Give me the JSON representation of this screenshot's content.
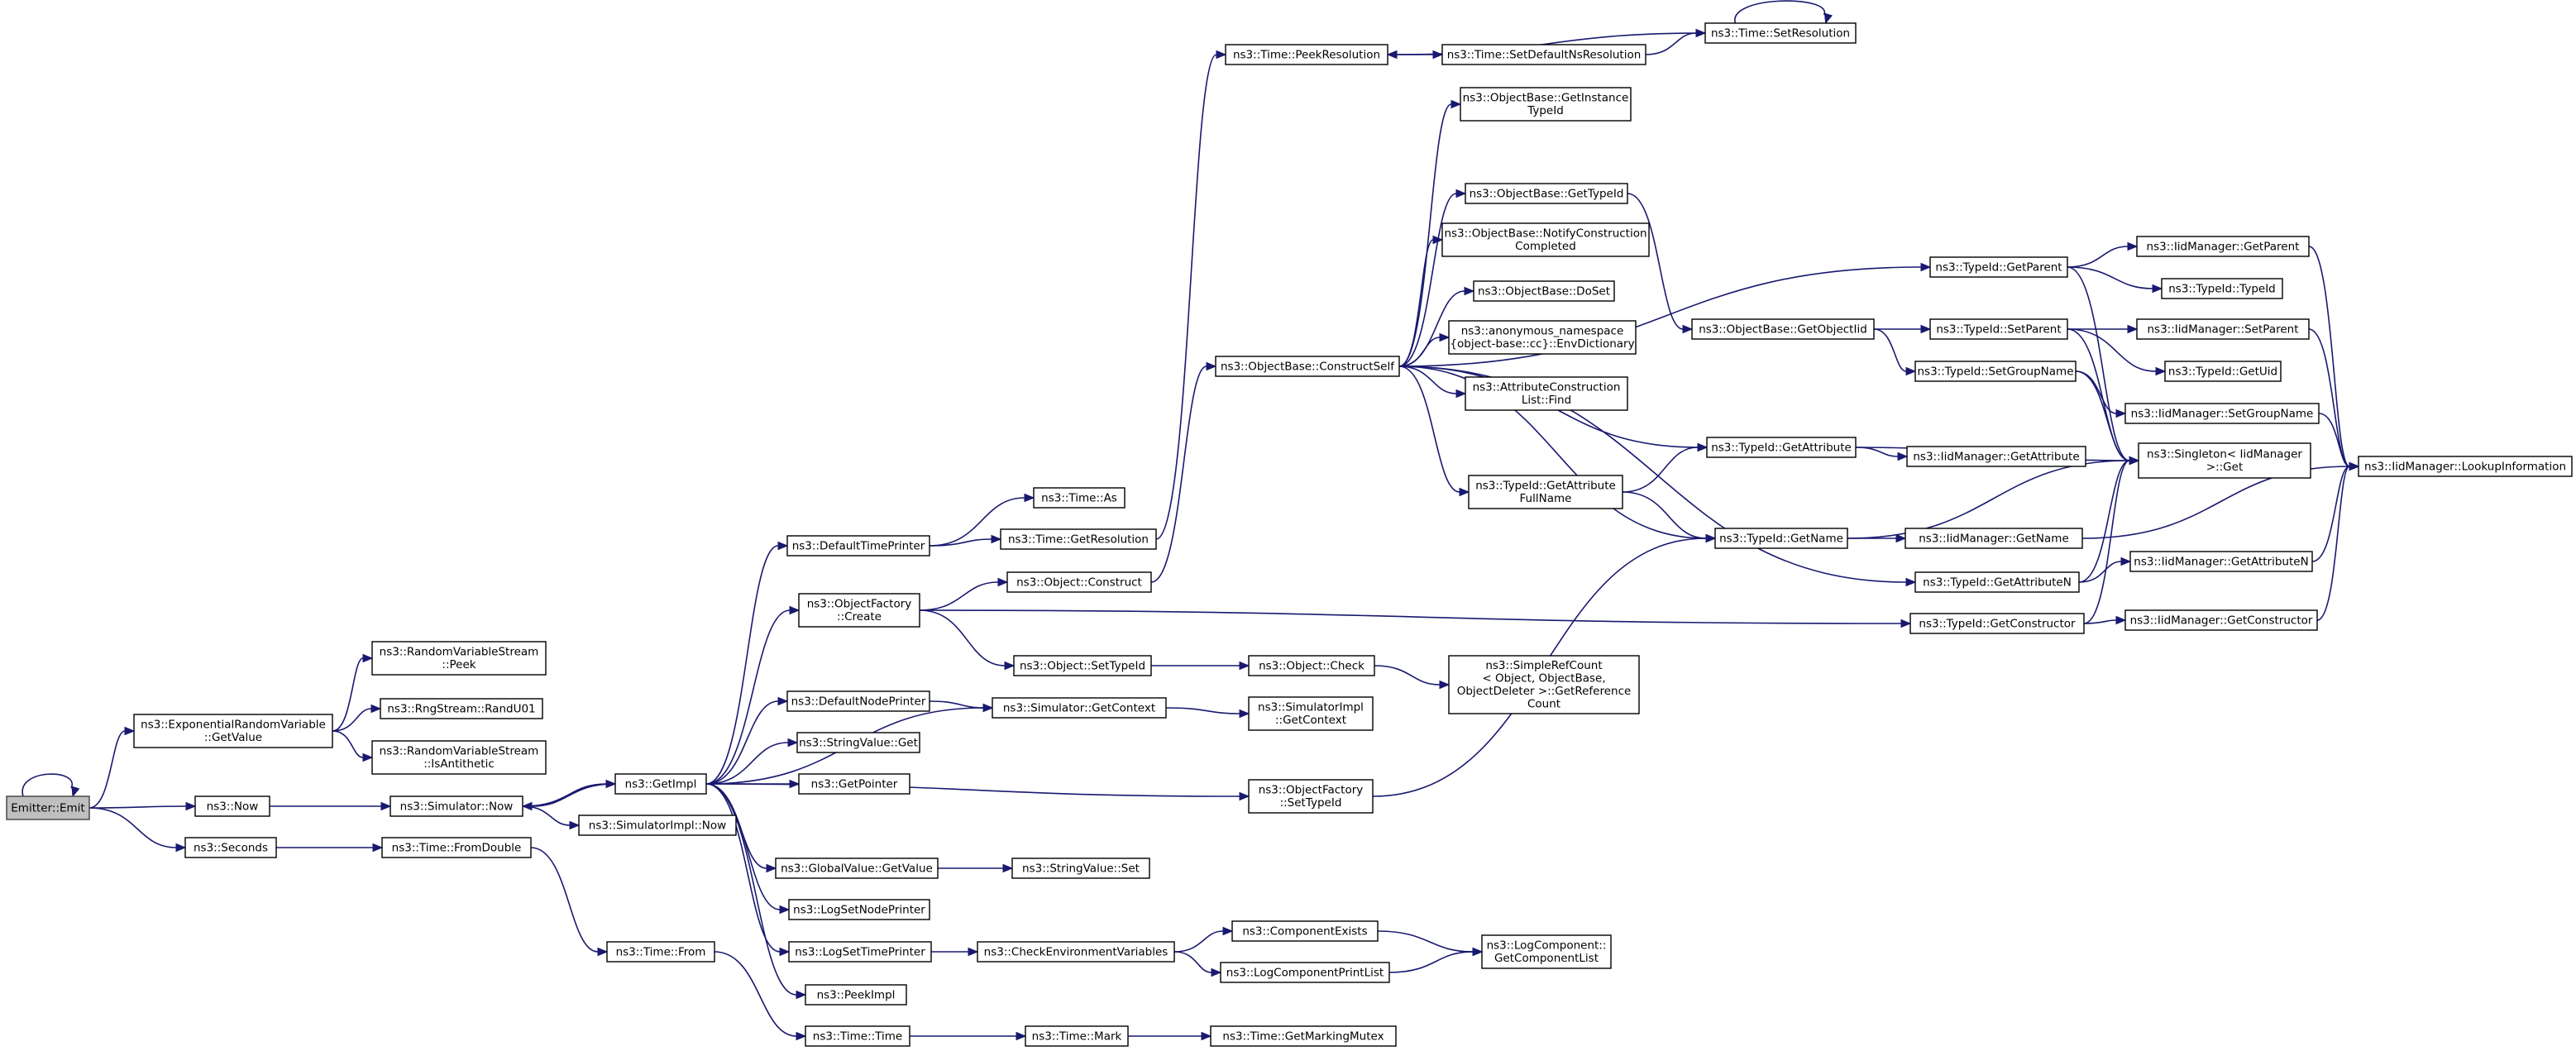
{
  "diagram": {
    "type": "call-graph",
    "colors": {
      "edge": "#191970",
      "node_border": "#000000",
      "root_fill": "#bfbfbf"
    },
    "nodes": [
      {
        "id": "emit",
        "lines": [
          "Emitter::Emit"
        ],
        "root": true
      },
      {
        "id": "expget",
        "lines": [
          "ns3::ExponentialRandomVariable",
          "::GetValue"
        ]
      },
      {
        "id": "now",
        "lines": [
          "ns3::Now"
        ]
      },
      {
        "id": "seconds",
        "lines": [
          "ns3::Seconds"
        ]
      },
      {
        "id": "rvspeek",
        "lines": [
          "ns3::RandomVariableStream",
          "::Peek"
        ]
      },
      {
        "id": "randu01",
        "lines": [
          "ns3::RngStream::RandU01"
        ]
      },
      {
        "id": "isanti",
        "lines": [
          "ns3::RandomVariableStream",
          "::IsAntithetic"
        ]
      },
      {
        "id": "simnow",
        "lines": [
          "ns3::Simulator::Now"
        ]
      },
      {
        "id": "fromdouble",
        "lines": [
          "ns3::Time::FromDouble"
        ]
      },
      {
        "id": "getimpl",
        "lines": [
          "ns3::GetImpl"
        ]
      },
      {
        "id": "simimplnow",
        "lines": [
          "ns3::SimulatorImpl::Now"
        ]
      },
      {
        "id": "timefrom",
        "lines": [
          "ns3::Time::From"
        ]
      },
      {
        "id": "timetime",
        "lines": [
          "ns3::Time::Time"
        ]
      },
      {
        "id": "deftimeprinter",
        "lines": [
          "ns3::DefaultTimePrinter"
        ]
      },
      {
        "id": "objfactcreate",
        "lines": [
          "ns3::ObjectFactory",
          "::Create"
        ]
      },
      {
        "id": "defnodeprinter",
        "lines": [
          "ns3::DefaultNodePrinter"
        ]
      },
      {
        "id": "strvalget",
        "lines": [
          "ns3::StringValue::Get"
        ]
      },
      {
        "id": "getpointer",
        "lines": [
          "ns3::GetPointer"
        ]
      },
      {
        "id": "globalvalget",
        "lines": [
          "ns3::GlobalValue::GetValue"
        ]
      },
      {
        "id": "logsetnodeprinter",
        "lines": [
          "ns3::LogSetNodePrinter"
        ]
      },
      {
        "id": "logsettimeprinter",
        "lines": [
          "ns3::LogSetTimePrinter"
        ]
      },
      {
        "id": "peekimpl",
        "lines": [
          "ns3::PeekImpl"
        ]
      },
      {
        "id": "timeas",
        "lines": [
          "ns3::Time::As"
        ]
      },
      {
        "id": "timegetres",
        "lines": [
          "ns3::Time::GetResolution"
        ]
      },
      {
        "id": "objconstruct",
        "lines": [
          "ns3::Object::Construct"
        ]
      },
      {
        "id": "objsettypeid",
        "lines": [
          "ns3::Object::SetTypeId"
        ]
      },
      {
        "id": "simgetcontext",
        "lines": [
          "ns3::Simulator::GetContext"
        ]
      },
      {
        "id": "strvalset",
        "lines": [
          "ns3::StringValue::Set"
        ]
      },
      {
        "id": "checkenv",
        "lines": [
          "ns3::CheckEnvironmentVariables"
        ]
      },
      {
        "id": "timemark",
        "lines": [
          "ns3::Time::Mark"
        ]
      },
      {
        "id": "peekres",
        "lines": [
          "ns3::Time::PeekResolution"
        ]
      },
      {
        "id": "objbaseconstructself",
        "lines": [
          "ns3::ObjectBase::ConstructSelf"
        ]
      },
      {
        "id": "objcheck",
        "lines": [
          "ns3::Object::Check"
        ]
      },
      {
        "id": "simimplgetctx",
        "lines": [
          "ns3::SimulatorImpl",
          "::GetContext"
        ]
      },
      {
        "id": "objfactsettypeid",
        "lines": [
          "ns3::ObjectFactory",
          "::SetTypeId"
        ]
      },
      {
        "id": "compexists",
        "lines": [
          "ns3::ComponentExists"
        ]
      },
      {
        "id": "logcompprintlist",
        "lines": [
          "ns3::LogComponentPrintList"
        ]
      },
      {
        "id": "getmarkingmutex",
        "lines": [
          "ns3::Time::GetMarkingMutex"
        ]
      },
      {
        "id": "setdefnsres",
        "lines": [
          "ns3::Time::SetDefaultNsResolution"
        ]
      },
      {
        "id": "setres",
        "lines": [
          "ns3::Time::SetResolution"
        ]
      },
      {
        "id": "objbasegetinsttid",
        "lines": [
          "ns3::ObjectBase::GetInstance",
          "TypeId"
        ]
      },
      {
        "id": "objbasegettypeid",
        "lines": [
          "ns3::ObjectBase::GetTypeId"
        ]
      },
      {
        "id": "objbasenotify",
        "lines": [
          "ns3::ObjectBase::NotifyConstruction",
          "Completed"
        ]
      },
      {
        "id": "objbasedoset",
        "lines": [
          "ns3::ObjectBase::DoSet"
        ]
      },
      {
        "id": "anonenvdict",
        "lines": [
          "ns3::anonymous_namespace",
          "{object-base::cc}::EnvDictionary"
        ]
      },
      {
        "id": "attrconstrlistfind",
        "lines": [
          "ns3::AttributeConstruction",
          "List::Find"
        ]
      },
      {
        "id": "tidgetattrfullname",
        "lines": [
          "ns3::TypeId::GetAttribute",
          "FullName"
        ]
      },
      {
        "id": "simplerefcount",
        "lines": [
          "ns3::SimpleRefCount",
          "< Object, ObjectBase,",
          "ObjectDeleter >::GetReference",
          "Count"
        ]
      },
      {
        "id": "logcompgetlist",
        "lines": [
          "ns3::LogComponent::",
          "GetComponentList"
        ]
      },
      {
        "id": "objbasegetobjtid",
        "lines": [
          "ns3::ObjectBase::GetObjectIid"
        ]
      },
      {
        "id": "tidgetattr",
        "lines": [
          "ns3::TypeId::GetAttribute"
        ]
      },
      {
        "id": "tidgetname",
        "lines": [
          "ns3::TypeId::GetName"
        ]
      },
      {
        "id": "tidgetparent",
        "lines": [
          "ns3::TypeId::GetParent"
        ]
      },
      {
        "id": "tidsetparent",
        "lines": [
          "ns3::TypeId::SetParent"
        ]
      },
      {
        "id": "tidsetgroupname",
        "lines": [
          "ns3::TypeId::SetGroupName"
        ]
      },
      {
        "id": "tidgetattrn",
        "lines": [
          "ns3::TypeId::GetAttributeN"
        ]
      },
      {
        "id": "tidgetconstructor",
        "lines": [
          "ns3::TypeId::GetConstructor"
        ]
      },
      {
        "id": "iidgetparent",
        "lines": [
          "ns3::IidManager::GetParent"
        ]
      },
      {
        "id": "tidtypeid",
        "lines": [
          "ns3::TypeId::TypeId"
        ]
      },
      {
        "id": "iidsetparent",
        "lines": [
          "ns3::IidManager::SetParent"
        ]
      },
      {
        "id": "tidgetuid",
        "lines": [
          "ns3::TypeId::GetUid"
        ]
      },
      {
        "id": "iidsetgroupname",
        "lines": [
          "ns3::IidManager::SetGroupName"
        ]
      },
      {
        "id": "iidgetattr",
        "lines": [
          "ns3::IidManager::GetAttribute"
        ]
      },
      {
        "id": "singletonget",
        "lines": [
          "ns3::Singleton< IidManager",
          ">::Get"
        ]
      },
      {
        "id": "iidgetname",
        "lines": [
          "ns3::IidManager::GetName"
        ]
      },
      {
        "id": "iidgetattrn",
        "lines": [
          "ns3::IidManager::GetAttributeN"
        ]
      },
      {
        "id": "iidgetconstructor",
        "lines": [
          "ns3::IidManager::GetConstructor"
        ]
      },
      {
        "id": "iidlookupinfo",
        "lines": [
          "ns3::IidManager::LookupInformation"
        ]
      }
    ],
    "edges": [
      [
        "emit",
        "emit"
      ],
      [
        "emit",
        "expget"
      ],
      [
        "emit",
        "now"
      ],
      [
        "emit",
        "seconds"
      ],
      [
        "expget",
        "rvspeek"
      ],
      [
        "expget",
        "randu01"
      ],
      [
        "expget",
        "isanti"
      ],
      [
        "now",
        "simnow"
      ],
      [
        "seconds",
        "fromdouble"
      ],
      [
        "simnow",
        "getimpl"
      ],
      [
        "simnow",
        "simimplnow"
      ],
      [
        "fromdouble",
        "timefrom"
      ],
      [
        "timefrom",
        "timetime"
      ],
      [
        "getimpl",
        "simnow"
      ],
      [
        "getimpl",
        "deftimeprinter"
      ],
      [
        "getimpl",
        "objfactcreate"
      ],
      [
        "getimpl",
        "defnodeprinter"
      ],
      [
        "getimpl",
        "strvalget"
      ],
      [
        "getimpl",
        "getpointer"
      ],
      [
        "getimpl",
        "objfactsettypeid"
      ],
      [
        "getimpl",
        "globalvalget"
      ],
      [
        "getimpl",
        "logsetnodeprinter"
      ],
      [
        "getimpl",
        "logsettimeprinter"
      ],
      [
        "getimpl",
        "peekimpl"
      ],
      [
        "getimpl",
        "simgetcontext"
      ],
      [
        "deftimeprinter",
        "timeas"
      ],
      [
        "deftimeprinter",
        "timegetres"
      ],
      [
        "timegetres",
        "peekres"
      ],
      [
        "objfactcreate",
        "objconstruct"
      ],
      [
        "objfactcreate",
        "objsettypeid"
      ],
      [
        "objfactcreate",
        "tidgetconstructor"
      ],
      [
        "objconstruct",
        "objbaseconstructself"
      ],
      [
        "objsettypeid",
        "objcheck"
      ],
      [
        "objcheck",
        "simplerefcount"
      ],
      [
        "defnodeprinter",
        "simgetcontext"
      ],
      [
        "simgetcontext",
        "simimplgetctx"
      ],
      [
        "globalvalget",
        "strvalset"
      ],
      [
        "logsettimeprinter",
        "checkenv"
      ],
      [
        "checkenv",
        "compexists"
      ],
      [
        "checkenv",
        "logcompprintlist"
      ],
      [
        "compexists",
        "logcompgetlist"
      ],
      [
        "logcompprintlist",
        "logcompgetlist"
      ],
      [
        "timetime",
        "timemark"
      ],
      [
        "timemark",
        "getmarkingmutex"
      ],
      [
        "peekres",
        "setdefnsres"
      ],
      [
        "setdefnsres",
        "setres"
      ],
      [
        "setres",
        "peekres"
      ],
      [
        "setres",
        "setres"
      ],
      [
        "objfactsettypeid",
        "tidgetname"
      ],
      [
        "objbaseconstructself",
        "objbasegetinsttid"
      ],
      [
        "objbaseconstructself",
        "objbasegettypeid"
      ],
      [
        "objbaseconstructself",
        "objbasenotify"
      ],
      [
        "objbaseconstructself",
        "objbasedoset"
      ],
      [
        "objbaseconstructself",
        "anonenvdict"
      ],
      [
        "objbaseconstructself",
        "attrconstrlistfind"
      ],
      [
        "objbaseconstructself",
        "tidgetattrfullname"
      ],
      [
        "objbaseconstructself",
        "tidgetparent"
      ],
      [
        "objbaseconstructself",
        "tidgetattr"
      ],
      [
        "objbaseconstructself",
        "tidgetname"
      ],
      [
        "objbaseconstructself",
        "tidgetattrn"
      ],
      [
        "objbasegettypeid",
        "objbasegetobjtid"
      ],
      [
        "objbasegetobjtid",
        "tidsetparent"
      ],
      [
        "objbasegetobjtid",
        "tidsetgroupname"
      ],
      [
        "tidgetattrfullname",
        "tidgetattr"
      ],
      [
        "tidgetattrfullname",
        "tidgetname"
      ],
      [
        "tidgetparent",
        "iidgetparent"
      ],
      [
        "tidgetparent",
        "tidtypeid"
      ],
      [
        "tidgetparent",
        "singletonget"
      ],
      [
        "tidsetparent",
        "iidsetparent"
      ],
      [
        "tidsetparent",
        "tidgetuid"
      ],
      [
        "tidsetparent",
        "singletonget"
      ],
      [
        "tidsetgroupname",
        "iidsetgroupname"
      ],
      [
        "tidsetgroupname",
        "singletonget"
      ],
      [
        "tidgetattr",
        "iidgetattr"
      ],
      [
        "tidgetattr",
        "singletonget"
      ],
      [
        "tidgetname",
        "iidgetname"
      ],
      [
        "tidgetname",
        "singletonget"
      ],
      [
        "tidgetattrn",
        "iidgetattrn"
      ],
      [
        "tidgetattrn",
        "singletonget"
      ],
      [
        "tidgetconstructor",
        "iidgetconstructor"
      ],
      [
        "tidgetconstructor",
        "singletonget"
      ],
      [
        "iidgetparent",
        "iidlookupinfo"
      ],
      [
        "iidsetparent",
        "iidlookupinfo"
      ],
      [
        "iidsetgroupname",
        "iidlookupinfo"
      ],
      [
        "iidgetname",
        "iidlookupinfo"
      ],
      [
        "iidgetattrn",
        "iidlookupinfo"
      ],
      [
        "iidgetconstructor",
        "iidlookupinfo"
      ]
    ]
  }
}
